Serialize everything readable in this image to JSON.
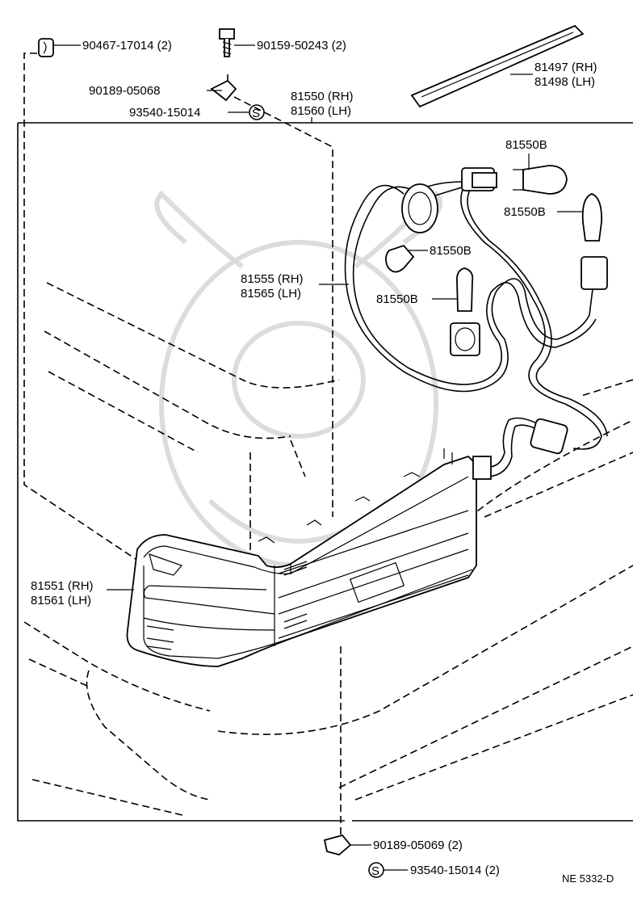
{
  "diagram": {
    "drawing_code": "NE 5332-D",
    "labels": {
      "p90467": "90467-17014 (2)",
      "p90159": "90159-50243 (2)",
      "p90189_top": "90189-05068",
      "p93540_top": "93540-15014",
      "p81550_rh": "81550 (RH)",
      "p81560_lh": "81560 (LH)",
      "p81497_rh": "81497 (RH)",
      "p81498_lh": "81498 (LH)",
      "bulb_a": "81550B",
      "bulb_b": "81550B",
      "bulb_c": "81550B",
      "bulb_d": "81550B",
      "p81555_rh": "81555 (RH)",
      "p81565_lh": "81565 (LH)",
      "p81551_rh": "81551 (RH)",
      "p81561_lh": "81561 (LH)",
      "p90189_bot": "90189-05069 (2)",
      "p93540_bot": "93540-15014 (2)",
      "s_mark_top": "S",
      "s_mark_bot": "S"
    }
  }
}
